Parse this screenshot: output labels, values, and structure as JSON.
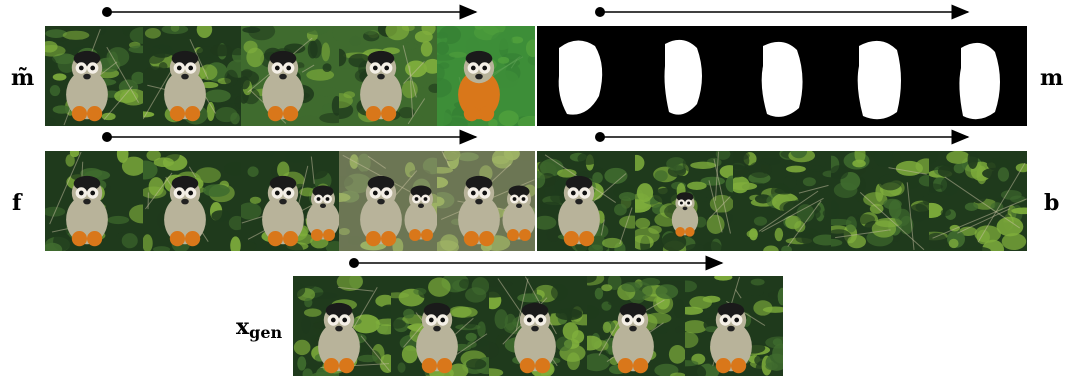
{
  "labels": {
    "m_tilde": "m̃",
    "m": "m",
    "f": "f",
    "b": "b",
    "x_gen_main": "x",
    "x_gen_sub": "gen"
  },
  "rows": {
    "m_tilde": {
      "tiles": 5,
      "kind": "masked-foreground-interpolation"
    },
    "m": {
      "tiles": 5,
      "kind": "mask-interpolation"
    },
    "f": {
      "tiles": 5,
      "kind": "foreground-interpolation"
    },
    "b": {
      "tiles": 5,
      "kind": "background-interpolation"
    },
    "x_gen": {
      "tiles": 5,
      "kind": "generated-image-interpolation"
    }
  },
  "colors": {
    "foliage_dark": "#1f3a1c",
    "foliage_mid": "#3f6b2e",
    "foliage_light": "#7fae3c",
    "mask_bg": "#000000",
    "mask_fg": "#ffffff",
    "monkey_fur": "#b8b39a",
    "monkey_orange": "#d9771a",
    "monkey_cap": "#1a1a1a",
    "monkey_face": "#f4efe6"
  },
  "icons": [
    "arrow-right-icon",
    "dot-start-icon"
  ]
}
